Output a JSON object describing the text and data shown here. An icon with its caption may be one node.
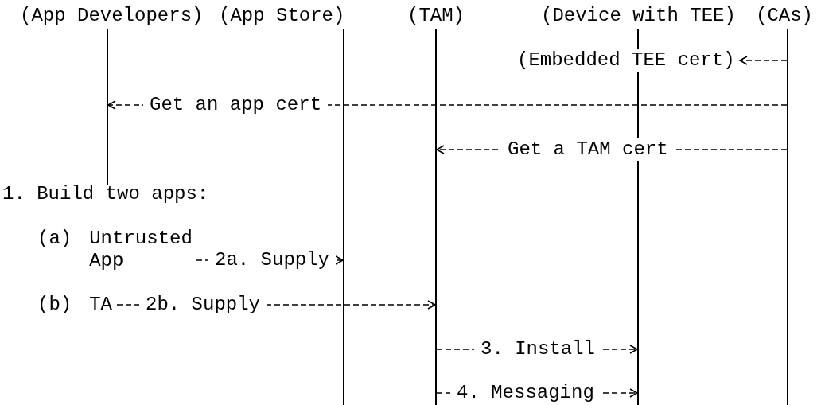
{
  "diagram": {
    "nodes": [
      {
        "text": [],
        "shape": "bar",
        "beside": [
          "(App Developers)"
        ]
      },
      {
        "text": [],
        "shape": "bar",
        "beside": [
          "(App Store)"
        ]
      },
      {
        "text": [],
        "shape": "bar",
        "beside": [
          "(TAM)"
        ]
      },
      {
        "text": [],
        "shape": "bar",
        "beside": [
          "(Device with TEE)"
        ]
      },
      {
        "text": [],
        "shape": "bar",
        "beside": [
          "(CAs)"
        ]
      },
      {
        "text": [
          "(Embedded TEE cert)"
        ]
      },
      {
        "text": [
          "(a)",
          "Untrusted App"
        ]
      },
      {
        "text": [
          "(b)",
          "TA"
        ]
      }
    ],
    "edges": [
      {
        "from": 4,
        "to": 5,
        "arrow": "to"
      },
      {
        "from": 4,
        "to": 0,
        "label": "Get an app cert",
        "arrow": "to"
      },
      {
        "from": 4,
        "to": 2,
        "label": "Get a TAM cert",
        "arrow": "to"
      },
      {
        "from": 6,
        "to": 1,
        "label": "2a. Supply",
        "arrow": "to"
      },
      {
        "from": 7,
        "to": 2,
        "label": "2b. Supply",
        "arrow": "to"
      },
      {
        "from": 2,
        "to": 3,
        "label": "3. Install",
        "arrow": "to"
      },
      {
        "from": 2,
        "to": 3,
        "label": "4. Messaging",
        "arrow": "to"
      }
    ],
    "labels": [
      "1. Build two apps:"
    ]
  }
}
